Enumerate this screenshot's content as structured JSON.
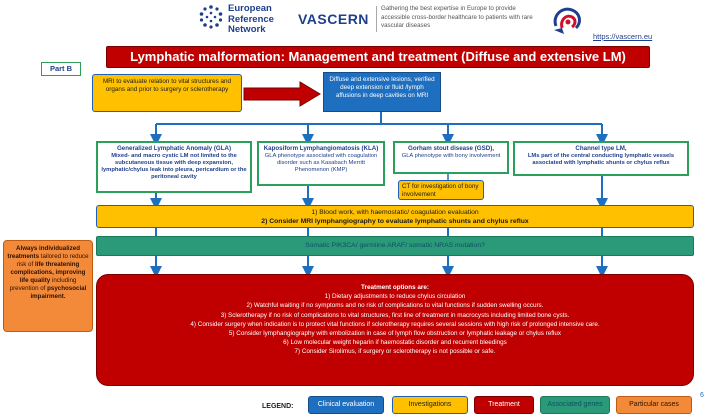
{
  "header": {
    "ern_line1": "European",
    "ern_line2": "Reference",
    "ern_line3": "Network",
    "vascern": "VASCERN",
    "tagline": "Gathering the best expertise in Europe to provide accessible cross-border healthcare to patients with rare vascular diseases",
    "url": "https://vascern.eu"
  },
  "title": "Lymphatic malformation: Management and treatment (Diffuse and extensive LM)",
  "part": "Part B",
  "mri_box": "MRI to evaluate relation to vital structures and organs and prior to surgery or sclerotherapy",
  "diffuse_box": "Diffuse and extensive lesions, verified deep extension or fluid /lymph affusions in deep cavities on MRI",
  "types": [
    {
      "title": "Generalized Lymphatic Anomaly (GLA)",
      "desc": "Mixed- and macro cystic LM not limited to the subcutaneous tissue with deep expansion, lymphatic/chylus leak into pleura, pericardium or the peritoneal cavity"
    },
    {
      "title": "Kaposiform Lymphangiomatosis (KLA)",
      "desc": "GLA phenotype associated with coagulation disorder such as Kasabach Merritt Phenomenon (KMP)"
    },
    {
      "title": "Gorham stout disease (GSD),",
      "desc": "GLA phenotype with bony involvement"
    },
    {
      "title": "Channel type LM,",
      "desc": "LMs part of the central conducting lymphatic vessels associated with lymphatic shunts or chylus reflux"
    }
  ],
  "ct_box": "CT for investigation of bony involvement",
  "blood_work": {
    "line1": "1) Blood work, with haemostatic/ coagulation evaluation",
    "line2": "2) Consider MRI lymphangiography to evaluate lymphatic shunts and chylus reflux"
  },
  "genetics": "Somatic PIK3CA/ germline ARAF/ somatic NRAS mutation?",
  "side_note": {
    "part1": "Always individualized treatments",
    "part2": "tailored to reduce risk of",
    "part3": "life threatening complications, improving life quality",
    "part4": "including prevention of",
    "part5": "psychosocial impairment."
  },
  "treatment": {
    "heading": "Treatment options are:",
    "items": [
      "1) Dietary adjustments to reduce chylus circulation",
      "2) Watchful waiting if no symptoms and no risk of complications to vital functions if sudden swelling occurs.",
      "3) Sclerotherapy if no risk of complications to vital structures, first line of treatment in macrocysts including limited bone cysts.",
      "4) Consider surgery when indication is to protect vital functions if sclerotherapy requires several sessions with high risk of prolonged intensive care.",
      "5) Consider lymphangiography with embolization in case of lymph flow obstruction or lymphatic leakage or chylus reflux",
      "6) Low molecular weight heparin if haemostatic disorder and recurrent bleedings",
      "7) Consider Sirolimus, if surgery or sclerotherapy is not possible or safe."
    ]
  },
  "legend": {
    "label": "LEGEND:",
    "items": [
      {
        "label": "Clinical evaluation",
        "color": "#1f6fc0"
      },
      {
        "label": "Investigations",
        "color": "#ffc000"
      },
      {
        "label": "Treatment",
        "color": "#c00000"
      },
      {
        "label": "Associated genes",
        "color": "#2a9a78"
      },
      {
        "label": "Particular cases",
        "color": "#f38a3a"
      }
    ]
  },
  "page_number": "6"
}
